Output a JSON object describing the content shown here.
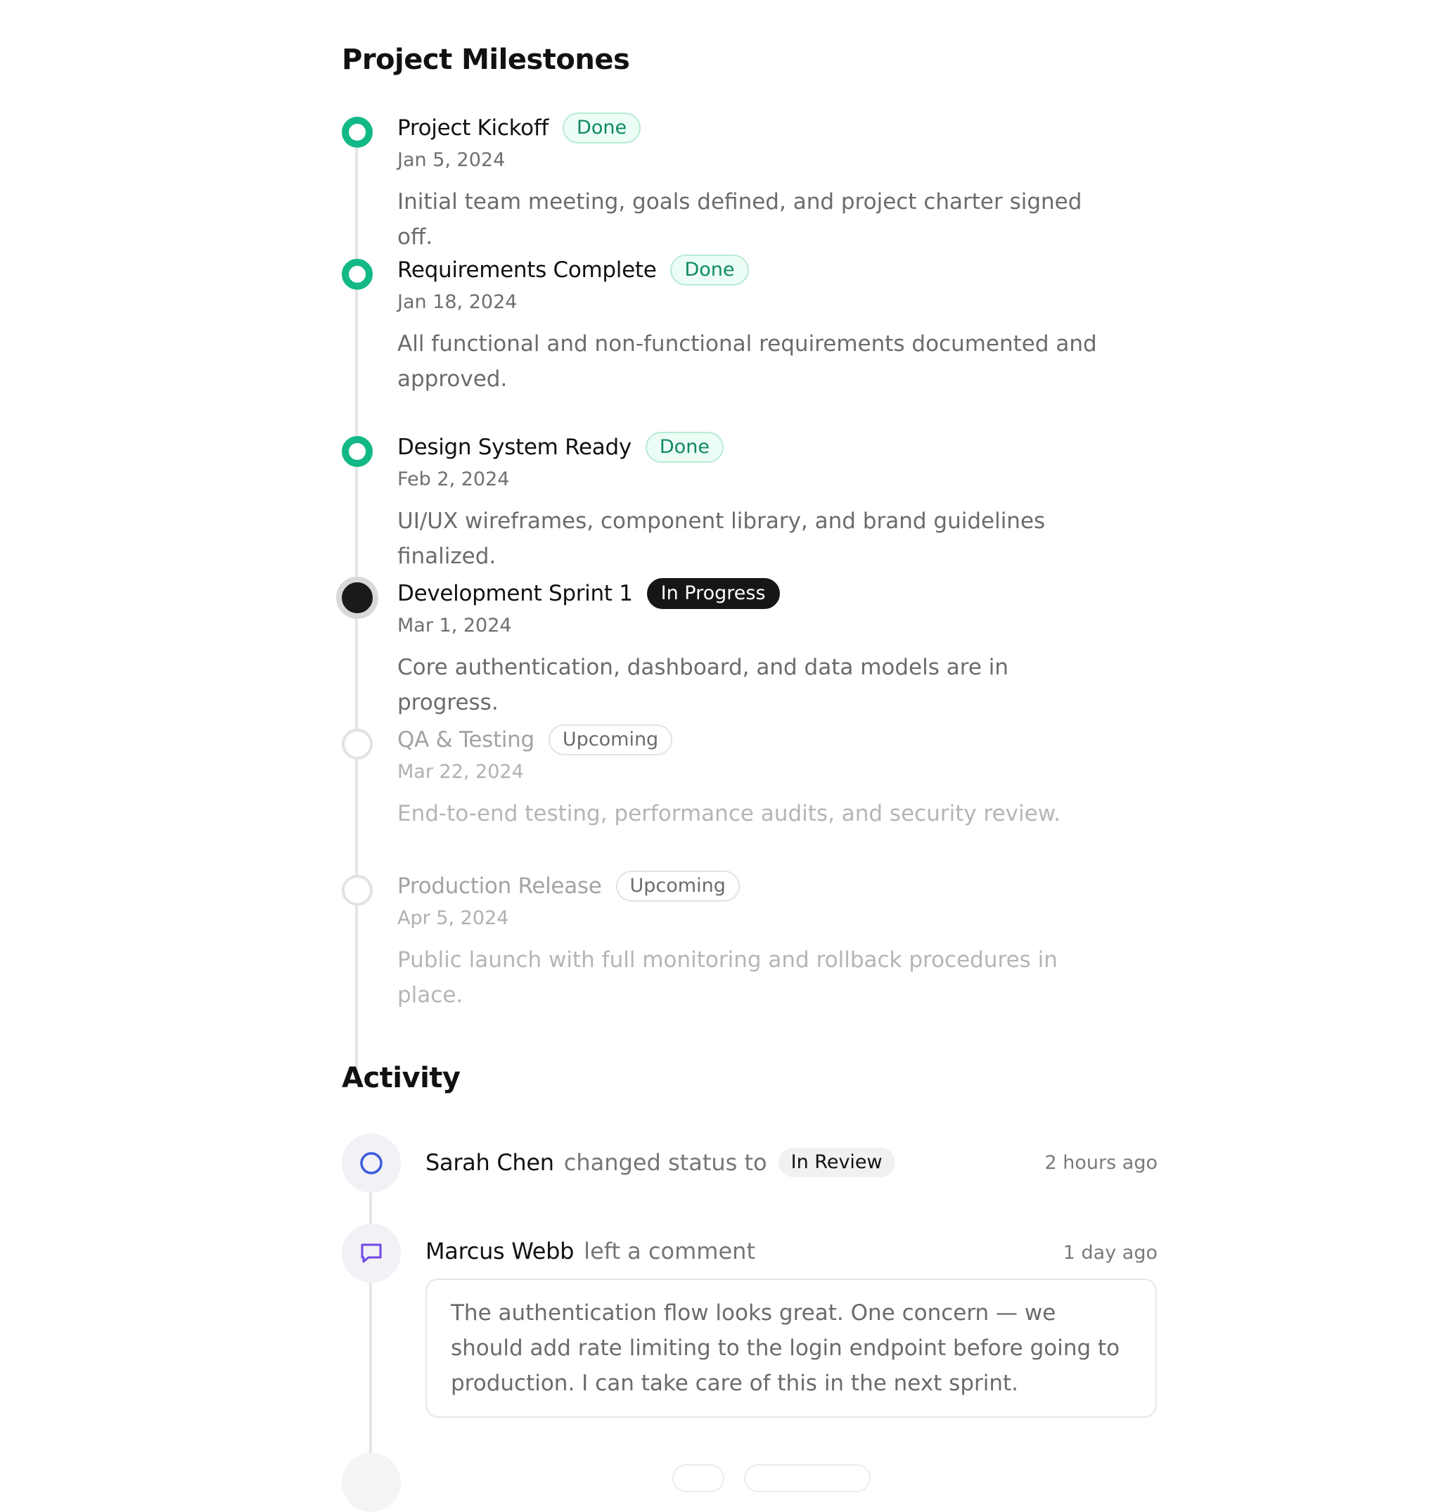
{
  "milestones": {
    "title": "Project Milestones",
    "items": [
      {
        "title": "Project Kickoff",
        "status": "Done",
        "date": "Jan 5, 2024",
        "description": "Initial team meeting, goals defined, and project charter signed off."
      },
      {
        "title": "Requirements Complete",
        "status": "Done",
        "date": "Jan 18, 2024",
        "description": "All functional and non-functional requirements documented and approved."
      },
      {
        "title": "Design System Ready",
        "status": "Done",
        "date": "Feb 2, 2024",
        "description": "UI/UX wireframes, component library, and brand guidelines finalized."
      },
      {
        "title": "Development Sprint 1",
        "status": "In Progress",
        "date": "Mar 1, 2024",
        "description": "Core authentication, dashboard, and data models are in progress."
      },
      {
        "title": "QA & Testing",
        "status": "Upcoming",
        "date": "Mar 22, 2024",
        "description": "End-to-end testing, performance audits, and security review."
      },
      {
        "title": "Production Release",
        "status": "Upcoming",
        "date": "Apr 5, 2024",
        "description": "Public launch with full monitoring and rollback procedures in place."
      }
    ]
  },
  "activity": {
    "title": "Activity",
    "items": [
      {
        "user": "Sarah Chen",
        "action": "changed status to",
        "badge": "In Review",
        "time": "2 hours ago",
        "icon": "circle-status-icon"
      },
      {
        "user": "Marcus Webb",
        "action": "left a comment",
        "time": "1 day ago",
        "icon": "comment-icon",
        "comment": "The authentication flow looks great. One concern — we should add rate limiting to the login endpoint before going to production. I can take care of this in the next sprint."
      }
    ]
  },
  "colors": {
    "done": "#12b886",
    "in_progress": "#161616",
    "upcoming": "#e2e2e2",
    "status_icon": "#3b5bdb",
    "comment_icon": "#7048e8"
  }
}
